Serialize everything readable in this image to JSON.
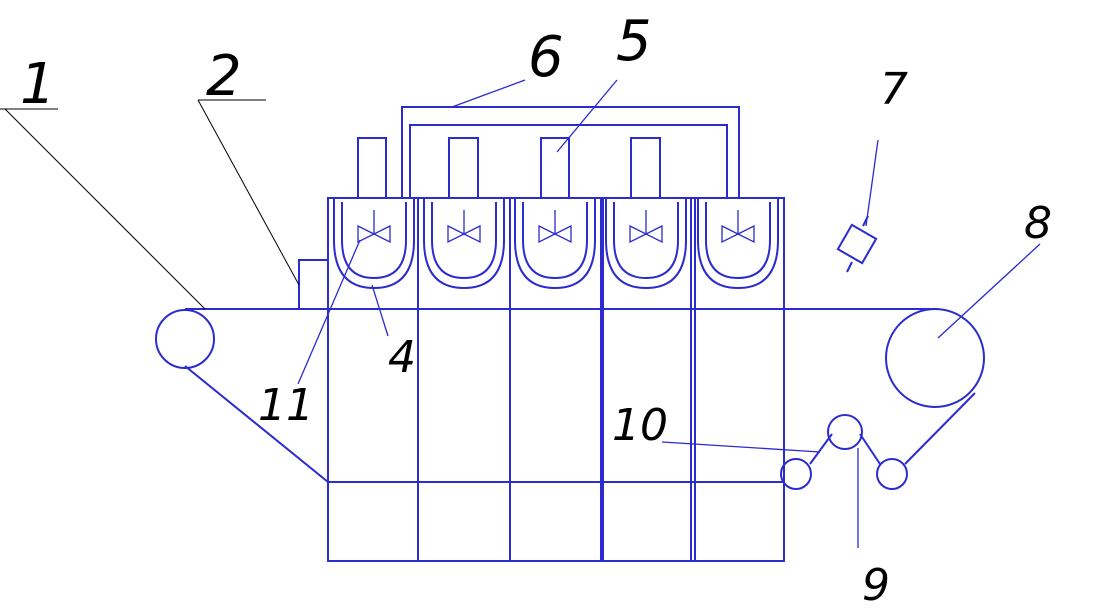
{
  "diagram": {
    "labels": {
      "l1": "1",
      "l2": "2",
      "l4": "4",
      "l5": "5",
      "l6": "6",
      "l7": "7",
      "l8": "8",
      "l9": "9",
      "l10": "10",
      "l11": "11"
    },
    "colors": {
      "drawing": "#2b2bd0",
      "leader": "#000000",
      "background": "#ffffff"
    }
  }
}
